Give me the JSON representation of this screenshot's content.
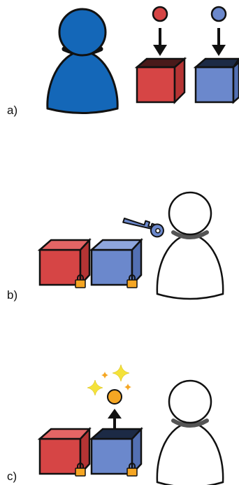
{
  "panels": [
    {
      "label": "a)",
      "description_items": [
        "person-blue",
        "red-ball",
        "blue-ball",
        "red-box",
        "blue-box"
      ]
    },
    {
      "label": "b)",
      "description_items": [
        "red-box-locked",
        "blue-box-locked",
        "key",
        "person-outline"
      ]
    },
    {
      "label": "c)",
      "description_items": [
        "red-box-locked",
        "blue-box-open",
        "gold-ball",
        "sparkles",
        "person-outline"
      ]
    }
  ],
  "colors": {
    "person_fill": "#1467b8",
    "red_box_front": "#d64545",
    "red_box_top": "#e46565",
    "red_box_side": "#b53434",
    "red_box_top_open": "#4a1a1a",
    "blue_box_front": "#6b88cc",
    "blue_box_top": "#8ea6dd",
    "blue_box_side": "#5370b3",
    "blue_box_top_open": "#1c2a45",
    "red_ball": "#d64545",
    "blue_ball": "#6b88cc",
    "gold_ball": "#f5a623",
    "lock": "#f5a623",
    "sparkle": "#f4e23a",
    "key": "#6b88cc",
    "outline": "#111111"
  }
}
